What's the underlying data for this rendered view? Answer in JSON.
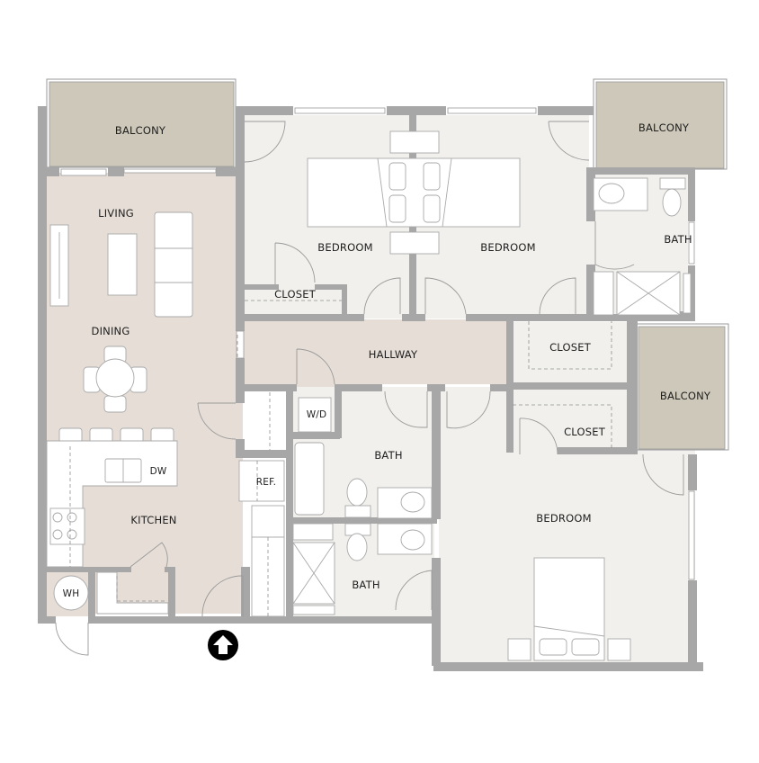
{
  "plan": {
    "colors": {
      "wall": "#a7a7a7",
      "balcony": "#cdc8b9",
      "living_floor": "#e5ddd6",
      "room_floor": "#f1f0ec",
      "fixture": "#ffffff",
      "line": "#9a9a9a",
      "label": "#1e1e1e"
    },
    "rooms": {
      "balcony_left": "BALCONY",
      "balcony_top_right": "BALCONY",
      "balcony_right": "BALCONY",
      "living": "LIVING",
      "dining": "DINING",
      "kitchen": "KITCHEN",
      "bedroom_1": "BEDROOM",
      "bedroom_2": "BEDROOM",
      "bedroom_master": "BEDROOM",
      "closet_1": "CLOSET",
      "closet_2": "CLOSET",
      "closet_3": "CLOSET",
      "hallway": "HALLWAY",
      "bath_1": "BATH",
      "bath_2": "BATH",
      "bath_3": "BATH"
    },
    "fixtures": {
      "washer_dryer": "W/D",
      "refrigerator": "REF.",
      "dishwasher": "DW",
      "water_heater": "WH"
    },
    "entry": {
      "icon": "entry-arrow-icon"
    }
  }
}
